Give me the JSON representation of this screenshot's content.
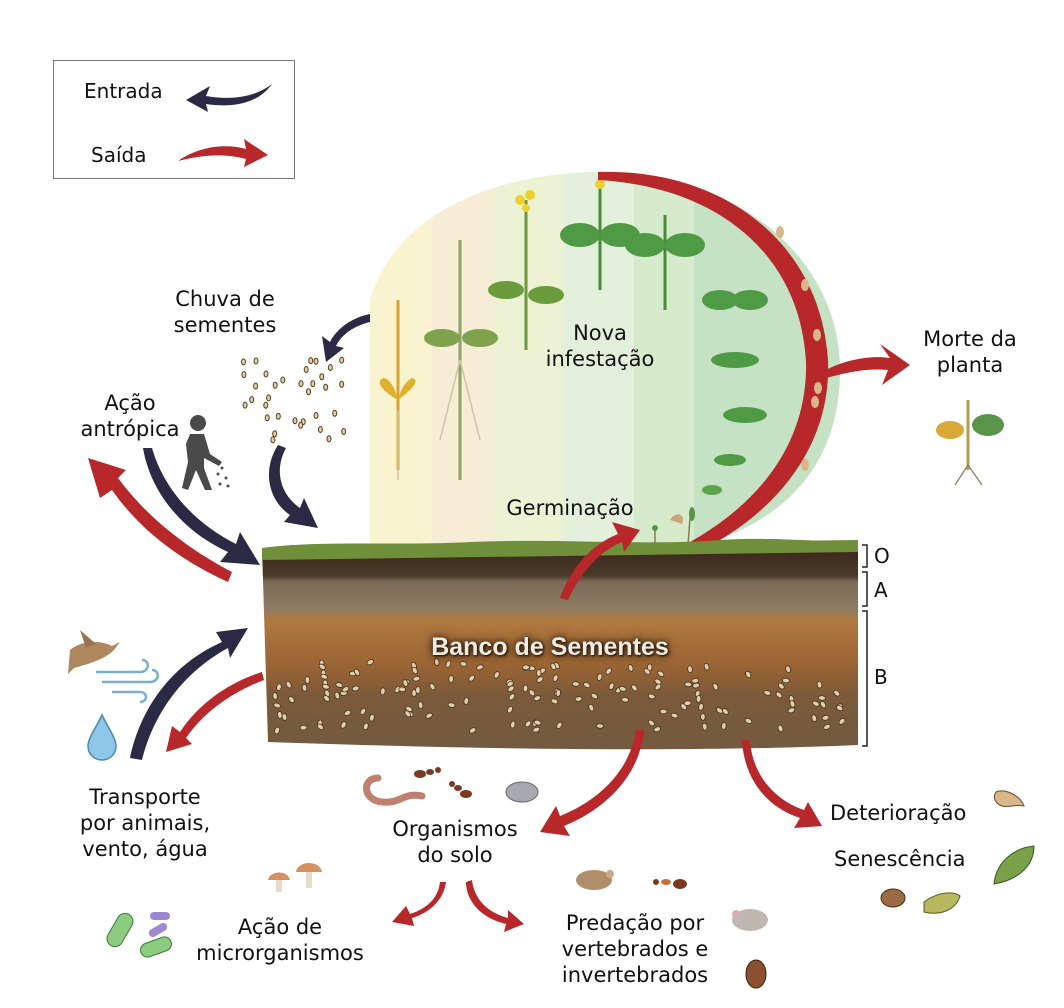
{
  "legend": {
    "entrada_label": "Entrada",
    "saida_label": "Saída",
    "entrada_color": "#2a2a44",
    "saida_color": "#b8282a"
  },
  "labels": {
    "chuva_line1": "Chuva de",
    "chuva_line2": "sementes",
    "acao_antropica_line1": "Ação",
    "acao_antropica_line2": "antrópica",
    "nova_line1": "Nova",
    "nova_line2": "infestação",
    "germinacao": "Germinação",
    "morte_line1": "Morte da",
    "morte_line2": "planta",
    "banco": "Banco de Sementes",
    "transporte_line1": "Transporte",
    "transporte_line2": "por animais,",
    "transporte_line3": "vento, água",
    "organismos_line1": "Organismos",
    "organismos_line2": "do solo",
    "microrg_line1": "Ação de",
    "microrg_line2": "microrganismos",
    "predacao_line1": "Predação por",
    "predacao_line2": "vertebrados e",
    "predacao_line3": "invertebrados",
    "deterioracao": "Deterioração",
    "senescencia": "Senescência"
  },
  "soil_horizons": [
    "O",
    "A",
    "B"
  ],
  "icons": [
    "person-sowing-icon",
    "seed-rain-icon",
    "bird-icon",
    "wind-icon",
    "water-drop-icon",
    "earthworm-icon",
    "ant-icon",
    "springtail-icon",
    "mushroom-icon",
    "bacteria-icon",
    "mouse-icon",
    "beetle-icon",
    "broken-seed-icon",
    "leaf-icon",
    "dead-plant-icon"
  ],
  "colors": {
    "input_arrow": "#2a2a44",
    "output_arrow": "#b8282a",
    "soil_dark": "#3b2a1c",
    "soil_mid": "#8a6a4a",
    "soil_orange": "#a8693a",
    "grass": "#6f8f3a"
  }
}
